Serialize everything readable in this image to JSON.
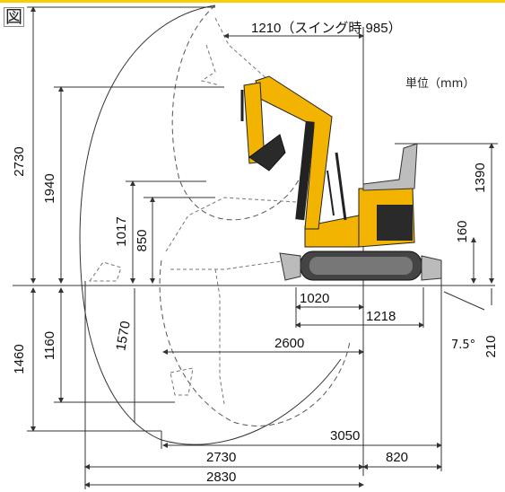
{
  "figure_label": "図",
  "unit_label": "単位（mm）",
  "colors": {
    "machine_yellow": "#f2b400",
    "machine_dark": "#2a2a2a",
    "accent_bar": "#f5d000",
    "line": "#333333"
  },
  "dimensions": {
    "top_reach": "1210（スイング時 985）",
    "max_height": "2730",
    "dump_height": "1940",
    "d1017": "1017",
    "d850": "850",
    "cab_height": "1390",
    "ground_clearance": "160",
    "d1020": "1020",
    "d1218": "1218",
    "d2600": "2600",
    "angle": "7.5°",
    "d210": "210",
    "d1460": "1460",
    "d1160": "1160",
    "d1570": "1570",
    "d3050": "3050",
    "d2730_bottom": "2730",
    "d820": "820",
    "d2830": "2830"
  }
}
